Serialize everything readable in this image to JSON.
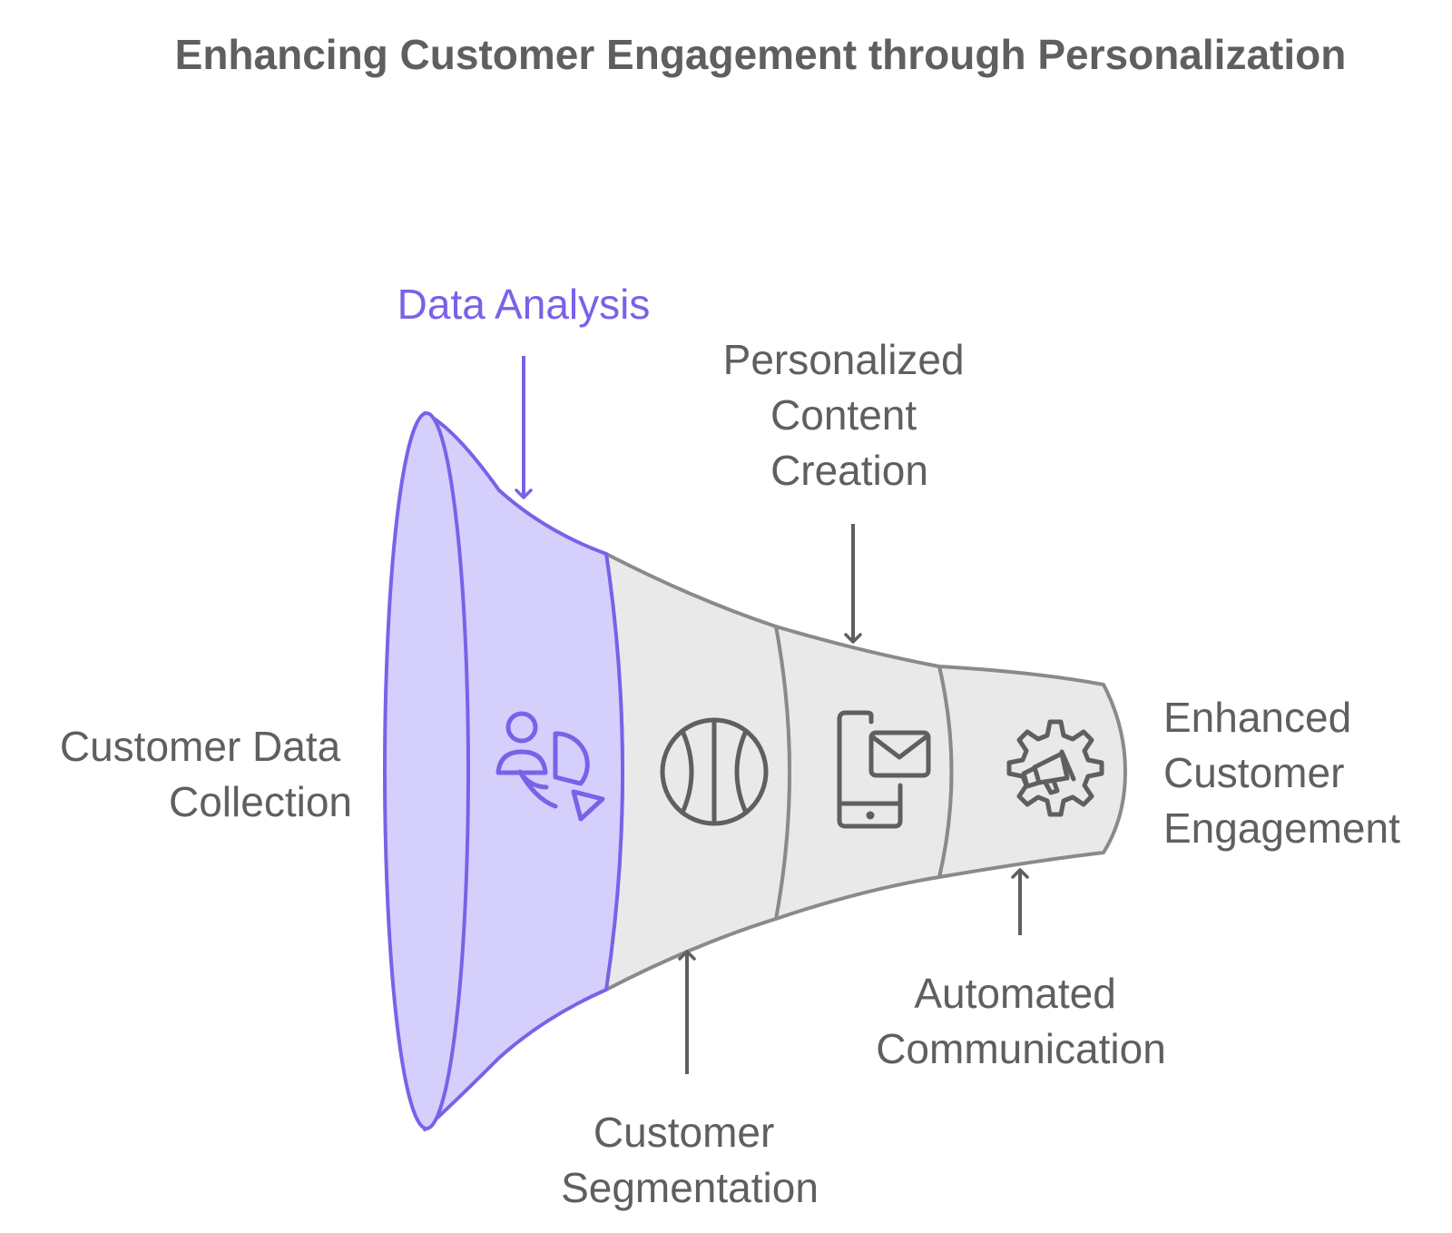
{
  "title": "Enhancing Customer Engagement through Personalization",
  "colors": {
    "accent": "#7b61e8",
    "accent_fill": "#d5cffc",
    "segment_fill": "#e9e9e9",
    "stroke": "#8a8a8a",
    "text": "#5f5f5f",
    "icon": "#5f5f5f"
  },
  "labels": {
    "data_analysis": [
      "Data Analysis"
    ],
    "customer_data_collection": [
      "Customer Data",
      "Collection"
    ],
    "personalized_content_creation": [
      "Personalized",
      "Content",
      "Creation"
    ],
    "customer_segmentation": [
      "Customer",
      "Segmentation"
    ],
    "automated_communication": [
      "Automated",
      "Communication"
    ],
    "enhanced_customer_engagement": [
      "Enhanced",
      "Customer",
      "Engagement"
    ]
  },
  "icons": {
    "stage_1": "user-pie-chart-icon",
    "stage_2": "basketball-icon",
    "stage_3": "mobile-email-icon",
    "stage_4": "gear-megaphone-icon"
  }
}
